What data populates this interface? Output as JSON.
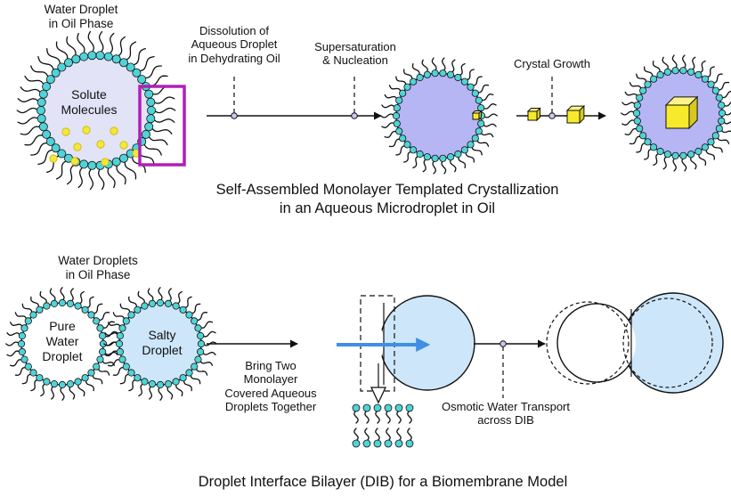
{
  "top": {
    "droplet_label_line1": "Water Droplet",
    "droplet_label_line2": "in Oil Phase",
    "solute_line1": "Solute",
    "solute_line2": "Molecules",
    "step1_line1": "Dissolution of",
    "step1_line2": "Aqueous Droplet",
    "step1_line3": "in Dehydrating Oil",
    "step2_line1": "Supersaturation",
    "step2_line2": "& Nucleation",
    "step3_line1": "Crystal Growth",
    "caption_line1": "Self-Assembled Monolayer Templated Crystallization",
    "caption_line2": "in an Aqueous Microdroplet in Oil"
  },
  "bottom": {
    "droplets_label_line1": "Water Droplets",
    "droplets_label_line2": "in Oil Phase",
    "pure_line1": "Pure",
    "pure_line2": "Water",
    "pure_line3": "Droplet",
    "salty_line1": "Salty",
    "salty_line2": "Droplet",
    "bring_line1": "Bring Two",
    "bring_line2": "Monolayer",
    "bring_line3": "Covered Aqueous",
    "bring_line4": "Droplets Together",
    "osmotic_line1": "Osmotic Water Transport",
    "osmotic_line2": "across DIB",
    "caption": "Droplet Interface Bilayer (DIB) for a Biomembrane Model"
  },
  "colors": {
    "headgroup": "#4fd3d8",
    "solute": "#f5e63c",
    "purple_water": "#b6b6f5",
    "light_blue": "#cde6fa",
    "crystal": "#f7ea2a",
    "highlight_box": "#b01fb8",
    "transport_arrow": "#3f8fe4",
    "node": "#c9c7f2"
  }
}
